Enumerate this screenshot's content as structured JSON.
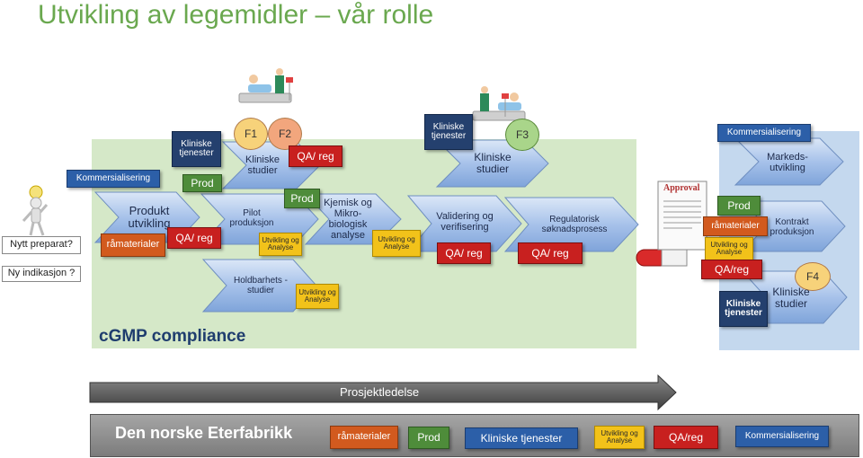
{
  "title": "Utvikling av legemidler – vår rolle",
  "side_labels": {
    "nytt_preparat": "Nytt preparat?",
    "ny_indikasjon": "Ny indikasjon ?"
  },
  "kommersialisering_left": "Kommersialisering",
  "produkt_utvikling": "Produkt utvikling",
  "ramaterialer_left": "råmaterialer",
  "qa_reg_left": "QA/ reg",
  "kliniske_tjenester_top": "Kliniske tjenester",
  "prod_top_left": "Prod",
  "f1": "F1",
  "f2": "F2",
  "kliniske_studier_1": "Kliniske studier",
  "qa_reg_top": "QA/ reg",
  "pilot_produksjon": "Pilot produksjon",
  "utvikling_analyse_1": "Utvikling og Analyse",
  "prod_mid": "Prod",
  "kjemisk": "Kjemisk og Mikro-biologisk analyse",
  "utvikling_analyse_2": "Utvikling og Analyse",
  "holdbarhet": "Holdbarhets -studier",
  "utvikling_analyse_3": "Utvikling og Analyse",
  "cgmp": "cGMP compliance",
  "kliniske_tjenester_mid": "Kliniske tjenester",
  "f3": "F3",
  "kliniske_studier_2": "Kliniske studier",
  "validering": "Validering og verifisering",
  "qa_reg_val": "QA/ reg",
  "regulatorisk": "Regulatorisk søknadsprosess",
  "qa_reg_reg": "QA/ reg",
  "approval": "Approval",
  "kommersialisering_right": "Kommersialisering",
  "markedsutvikling": "Markeds-utvikling",
  "prod_right": "Prod",
  "ramaterialer_right": "råmaterialer",
  "kontrakt": "Kontrakt produksjon",
  "utvikling_analyse_4": "Utvikling og Analyse",
  "qa_reg_right": "QA/reg",
  "f4": "F4",
  "kliniske_tjenester_right": "Kliniske tjenester",
  "kliniske_studier_3": "Kliniske studier",
  "prosjektledelse": "Prosjektledelse",
  "bottom": {
    "company": "Den norske Eterfabrikk",
    "ramaterialer": "råmaterialer",
    "prod": "Prod",
    "kliniske": "Kliniske tjenester",
    "utvikling": "Utvikling og Analyse",
    "qa": "QA/reg",
    "kommersialisering": "Kommersialisering"
  },
  "colors": {
    "title": "#6aa84f",
    "green_area": "#d5e8c8",
    "blue_area": "#c4d8ee",
    "chevron": "#a9c4ea"
  }
}
